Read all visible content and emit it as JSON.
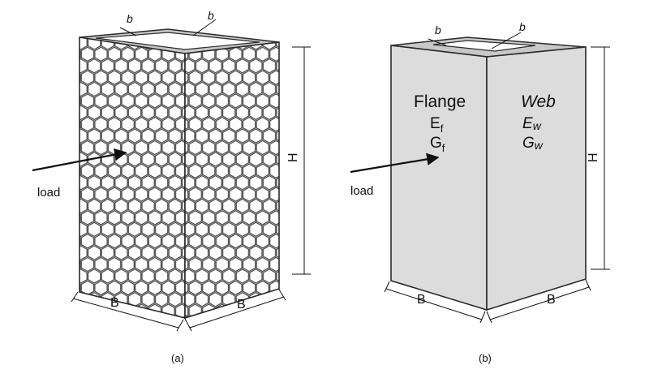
{
  "figure_a": {
    "caption": "(a)",
    "load_label": "load",
    "height_label": "H",
    "width_label_left": "B",
    "width_label_right": "B",
    "wall_label_1": "b",
    "wall_label_2": "b"
  },
  "figure_b": {
    "caption": "(b)",
    "load_label": "load",
    "height_label": "H",
    "width_label_left": "B",
    "width_label_right": "B",
    "wall_label_1": "b",
    "wall_label_2": "b",
    "flange": {
      "title": "Flange",
      "e_main": "E",
      "e_sub": "f",
      "g_main": "G",
      "g_sub": "f"
    },
    "web": {
      "title": "Web",
      "e_main": "E",
      "e_sub": "w",
      "g_main": "G",
      "g_sub": "w"
    }
  },
  "colors": {
    "face_fill": "#dcdcdc",
    "top_fill": "#c8c8c8",
    "line": "#2a2a2a",
    "hex_stroke": "#444444"
  }
}
